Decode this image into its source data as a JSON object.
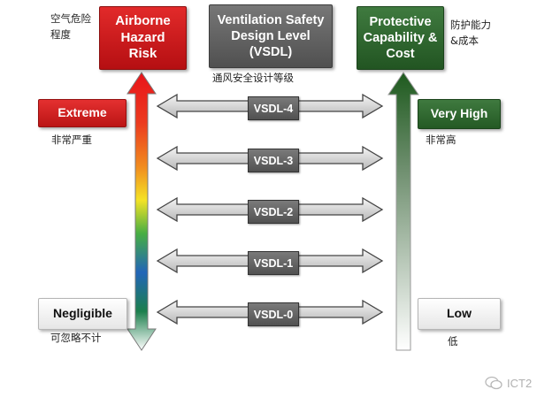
{
  "headers": {
    "risk": "Airborne Hazard Risk",
    "vsdl": "Ventilation Safety Design Level (VSDL)",
    "protective": "Protective Capability & Cost"
  },
  "chinese": {
    "risk": "空气危险\n程度",
    "vsdl": "通风安全设计等级",
    "protective": "防护能力\n&成本",
    "extreme": "非常严重",
    "very_high": "非常高",
    "negligible": "可忽略不计",
    "low": "低"
  },
  "left_scale": {
    "top": "Extreme",
    "bottom": "Negligible"
  },
  "right_scale": {
    "top": "Very High",
    "bottom": "Low"
  },
  "levels": [
    "VSDL-4",
    "VSDL-3",
    "VSDL-2",
    "VSDL-1",
    "VSDL-0"
  ],
  "watermark": "ICT2",
  "colors": {
    "risk_red": "#c81a1d",
    "vsdl_gray": "#606060",
    "protective_green": "#2e662e"
  }
}
